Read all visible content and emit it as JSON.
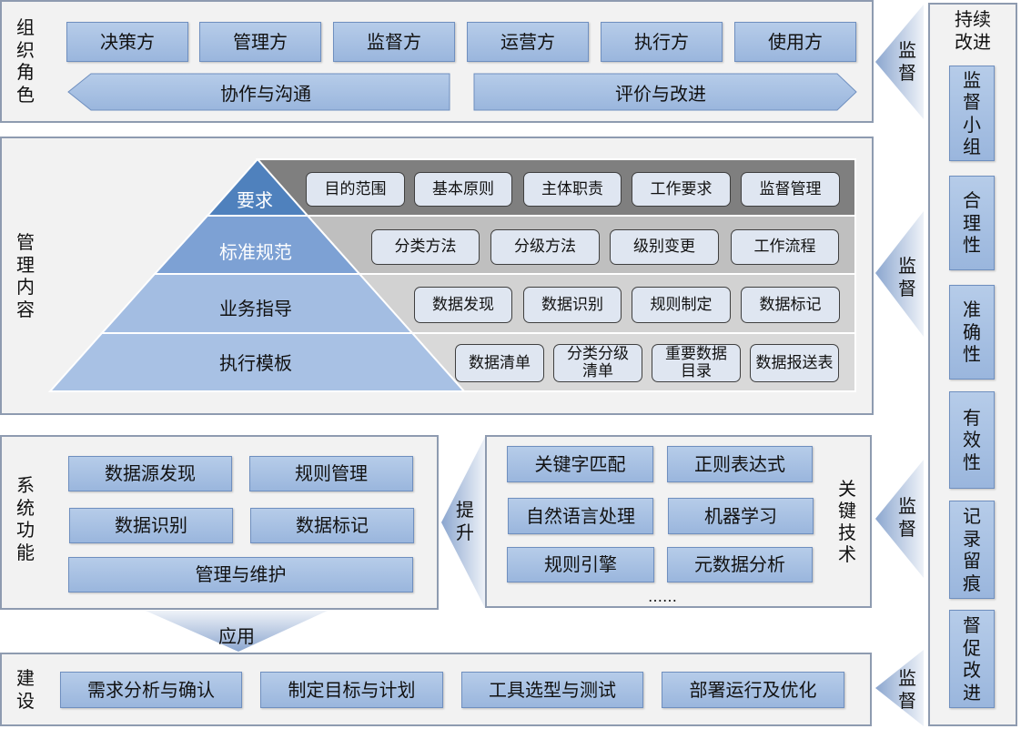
{
  "org_roles": {
    "label": "组织角色",
    "roles": [
      "决策方",
      "管理方",
      "监督方",
      "运营方",
      "执行方",
      "使用方"
    ],
    "collaboration_arrow": "协作与沟通",
    "evaluation_arrow": "评价与改进"
  },
  "management_content": {
    "label": "管理内容",
    "levels": [
      {
        "name": "要求",
        "items": [
          "目的范围",
          "基本原则",
          "主体职责",
          "工作要求",
          "监督管理"
        ]
      },
      {
        "name": "标准规范",
        "items": [
          "分类方法",
          "分级方法",
          "级别变更",
          "工作流程"
        ]
      },
      {
        "name": "业务指导",
        "items": [
          "数据发现",
          "数据识别",
          "规则制定",
          "数据标记"
        ]
      },
      {
        "name": "执行模板",
        "items": [
          "数据清单",
          "分类分级清单",
          "重要数据目录",
          "数据报送表"
        ]
      }
    ]
  },
  "system_functions": {
    "label": "系统功能",
    "items": [
      "数据源发现",
      "规则管理",
      "数据识别",
      "数据标记",
      "管理与维护"
    ]
  },
  "enhance_label": "提升",
  "key_technologies": {
    "label": "关键技术",
    "items": [
      "关键字匹配",
      "正则表达式",
      "自然语言处理",
      "机器学习",
      "规则引擎",
      "元数据分析"
    ],
    "more": "……"
  },
  "apply_label": "应用",
  "construction": {
    "label": "建设",
    "steps": [
      "需求分析与确认",
      "制定目标与计划",
      "工具选型与测试",
      "部署运行及优化"
    ]
  },
  "supervision": {
    "labels": [
      "监督",
      "监督",
      "监督",
      "监督"
    ]
  },
  "continuous_improvement": {
    "title": "持续改进",
    "items": [
      "监督小组",
      "合理性",
      "准确性",
      "有效性",
      "记录留痕",
      "督促改进"
    ]
  },
  "colors": {
    "section_bg": "#f2f2f2",
    "section_border": "#8e9bb0",
    "box_fill_top": "#b6cce9",
    "box_fill_bottom": "#9ab6dd",
    "box_border": "#6f8fbf",
    "pyramid_level_1": "#4f81bd",
    "pyramid_level_2": "#7da1d4",
    "pyramid_level_3": "#a3bde2",
    "pyramid_level_4": "#a8c1e4",
    "band_1": "#7f7f7f",
    "band_2": "#bfbfbf",
    "band_3": "#d2d2d2",
    "band_4": "#d9d9d9",
    "tag_fill": "#dfe6f1",
    "tag_border": "#3f3f3f",
    "arrow_dark": "#8ba6cf",
    "arrow_light": "#eef2f8"
  }
}
